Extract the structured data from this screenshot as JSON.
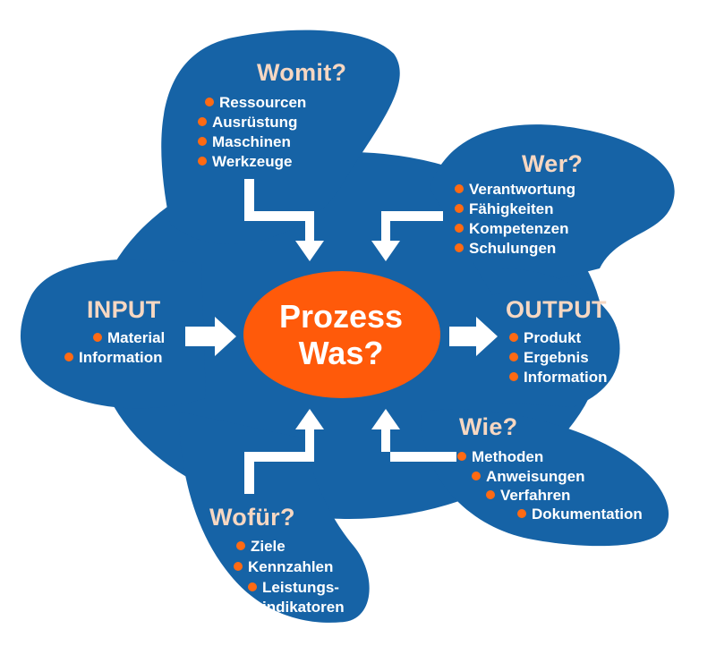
{
  "colors": {
    "shell": "#1663a6",
    "heading": "#f6d7c2",
    "bullet": "#ff6a13",
    "process": "#ff5a0a",
    "text": "#ffffff"
  },
  "center": {
    "line1": "Prozess",
    "line2": "Was?"
  },
  "womit": {
    "title": "Womit?",
    "items": [
      "Ressourcen",
      "Ausrüstung",
      "Maschinen",
      "Werkzeuge"
    ]
  },
  "wer": {
    "title": "Wer?",
    "items": [
      "Verantwortung",
      "Fähigkeiten",
      "Kompetenzen",
      "Schulungen"
    ]
  },
  "input": {
    "title": "INPUT",
    "items": [
      "Material",
      "Information"
    ]
  },
  "output": {
    "title": "OUTPUT",
    "items": [
      "Produkt",
      "Ergebnis",
      "Information"
    ]
  },
  "wie": {
    "title": "Wie?",
    "items": [
      "Methoden",
      "Anweisungen",
      "Verfahren",
      "Dokumentation"
    ]
  },
  "wofuer": {
    "title": "Wofür?",
    "items": [
      "Ziele",
      "Kennzahlen",
      "Leistungs-",
      "indikatoren"
    ]
  }
}
